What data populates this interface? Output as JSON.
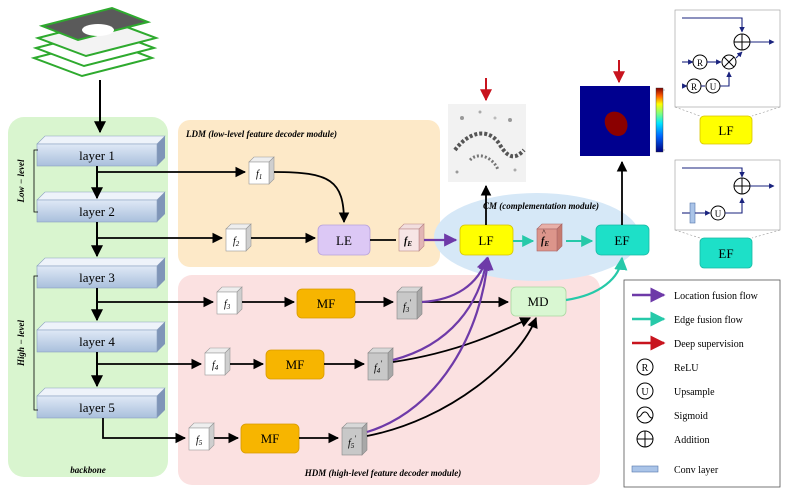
{
  "backbone": {
    "label": "backbone",
    "layers": [
      "layer 1",
      "layer 2",
      "layer 3",
      "layer 4",
      "layer 5"
    ],
    "low_level_label": "Low − level",
    "high_level_label": "High − level"
  },
  "ldm": {
    "title": "LDM (low-level feature decoder module)"
  },
  "hdm": {
    "title": "HDM (high-level feature decoder module)"
  },
  "cm": {
    "title": "CM (complementation module)"
  },
  "features": {
    "f1": "1",
    "f2": "2",
    "f3": "3",
    "f4": "4",
    "f5": "5",
    "f_sym": "f",
    "fe_sub": "E",
    "prime": "′"
  },
  "modules": {
    "le": "LE",
    "lf": "LF",
    "ef": "EF",
    "md": "MD",
    "mf1": "MF",
    "mf2": "MF",
    "mf3": "MF"
  },
  "insets": {
    "lf": "LF",
    "ef": "EF",
    "r": "R",
    "u": "U"
  },
  "legend": {
    "items": [
      {
        "label": "Location fusion flow",
        "icon": "purple-arrow"
      },
      {
        "label": "Edge fusion flow",
        "icon": "teal-arrow"
      },
      {
        "label": "Deep supervision",
        "icon": "red-arrow"
      },
      {
        "label": "ReLU",
        "icon": "relu-circle",
        "glyph": "R"
      },
      {
        "label": "Upsample",
        "icon": "upsample-circle",
        "glyph": "U"
      },
      {
        "label": "Sigmoid",
        "icon": "sigmoid-circle"
      },
      {
        "label": "Addition",
        "icon": "addition-circle"
      },
      {
        "label": "Conv layer",
        "icon": "conv-bar"
      }
    ]
  },
  "colors": {
    "backbone_bg": "#d9f5cf",
    "ldm_bg": "#fde9c8",
    "hdm_bg": "#fbe1e1",
    "cm_bg": "#d6e8f7",
    "lf_yellow": "#ffff00",
    "ef_teal": "#1de0c8",
    "mf_orange": "#f7b500",
    "le_purple": "#dcc8f5",
    "md_green": "#d9f7d2",
    "location_flow": "#6e3aa8",
    "edge_flow": "#26c9a9",
    "deep_supervision": "#c8141e",
    "navy": "#1a237e"
  }
}
